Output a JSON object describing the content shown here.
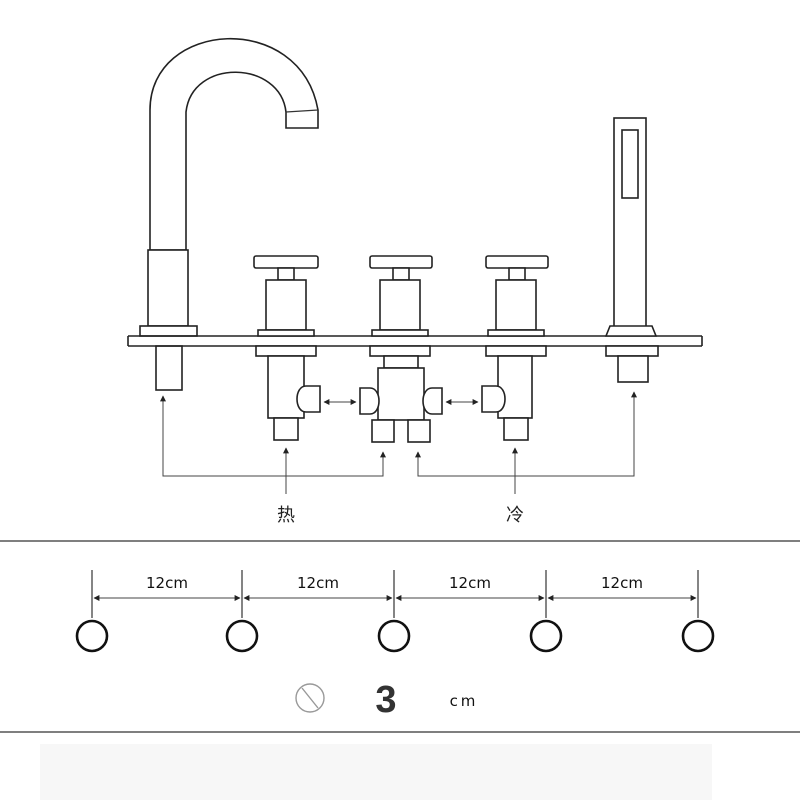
{
  "top": {
    "hot_label": "热",
    "cold_label": "冷"
  },
  "spacing": {
    "labels": [
      "12cm",
      "12cm",
      "12cm",
      "12cm"
    ]
  },
  "hole": {
    "diameter_value": "3",
    "unit": "cm"
  }
}
